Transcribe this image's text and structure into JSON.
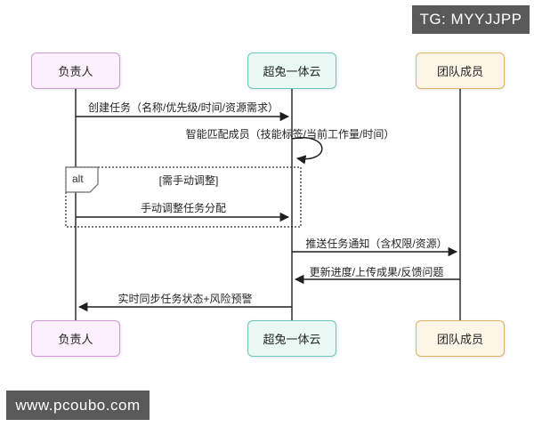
{
  "badges": {
    "tg": "TG: MYYJJPP",
    "watermark": "www.pcoubo.com",
    "badge_bg": "#595959",
    "badge_text_color": "#ffffff"
  },
  "actors": [
    {
      "label": "负责人",
      "fill": "#fbf0fb",
      "border": "#cf99d3"
    },
    {
      "label": "超兔一体云",
      "fill": "#e9f9f4",
      "border": "#6cc8b9"
    },
    {
      "label": "团队成员",
      "fill": "#fdf6e7",
      "border": "#ddb06a"
    }
  ],
  "fragment": {
    "operator": "alt",
    "guard": "[需手动调整]"
  },
  "messages": [
    {
      "label": "创建任务（名称/优先级/时间/资源需求）",
      "from": "负责人",
      "to": "超兔一体云",
      "type": "solid-arrow"
    },
    {
      "label": "智能匹配成员（技能标签/当前工作量/时间）",
      "from": "超兔一体云",
      "to": "超兔一体云",
      "type": "self-loop"
    },
    {
      "label": "手动调整任务分配",
      "from": "负责人",
      "to": "超兔一体云",
      "type": "solid-arrow",
      "in_fragment": true
    },
    {
      "label": "推送任务通知（含权限/资源）",
      "from": "超兔一体云",
      "to": "团队成员",
      "type": "solid-arrow"
    },
    {
      "label": "更新进度/上传成果/反馈问题",
      "from": "团队成员",
      "to": "超兔一体云",
      "type": "solid-arrow"
    },
    {
      "label": "实时同步任务状态+风险预警",
      "from": "超兔一体云",
      "to": "负责人",
      "type": "solid-arrow"
    }
  ],
  "diagram_colors": {
    "line": "#1f1f1f",
    "text": "#262626",
    "background": "#ffffff"
  }
}
